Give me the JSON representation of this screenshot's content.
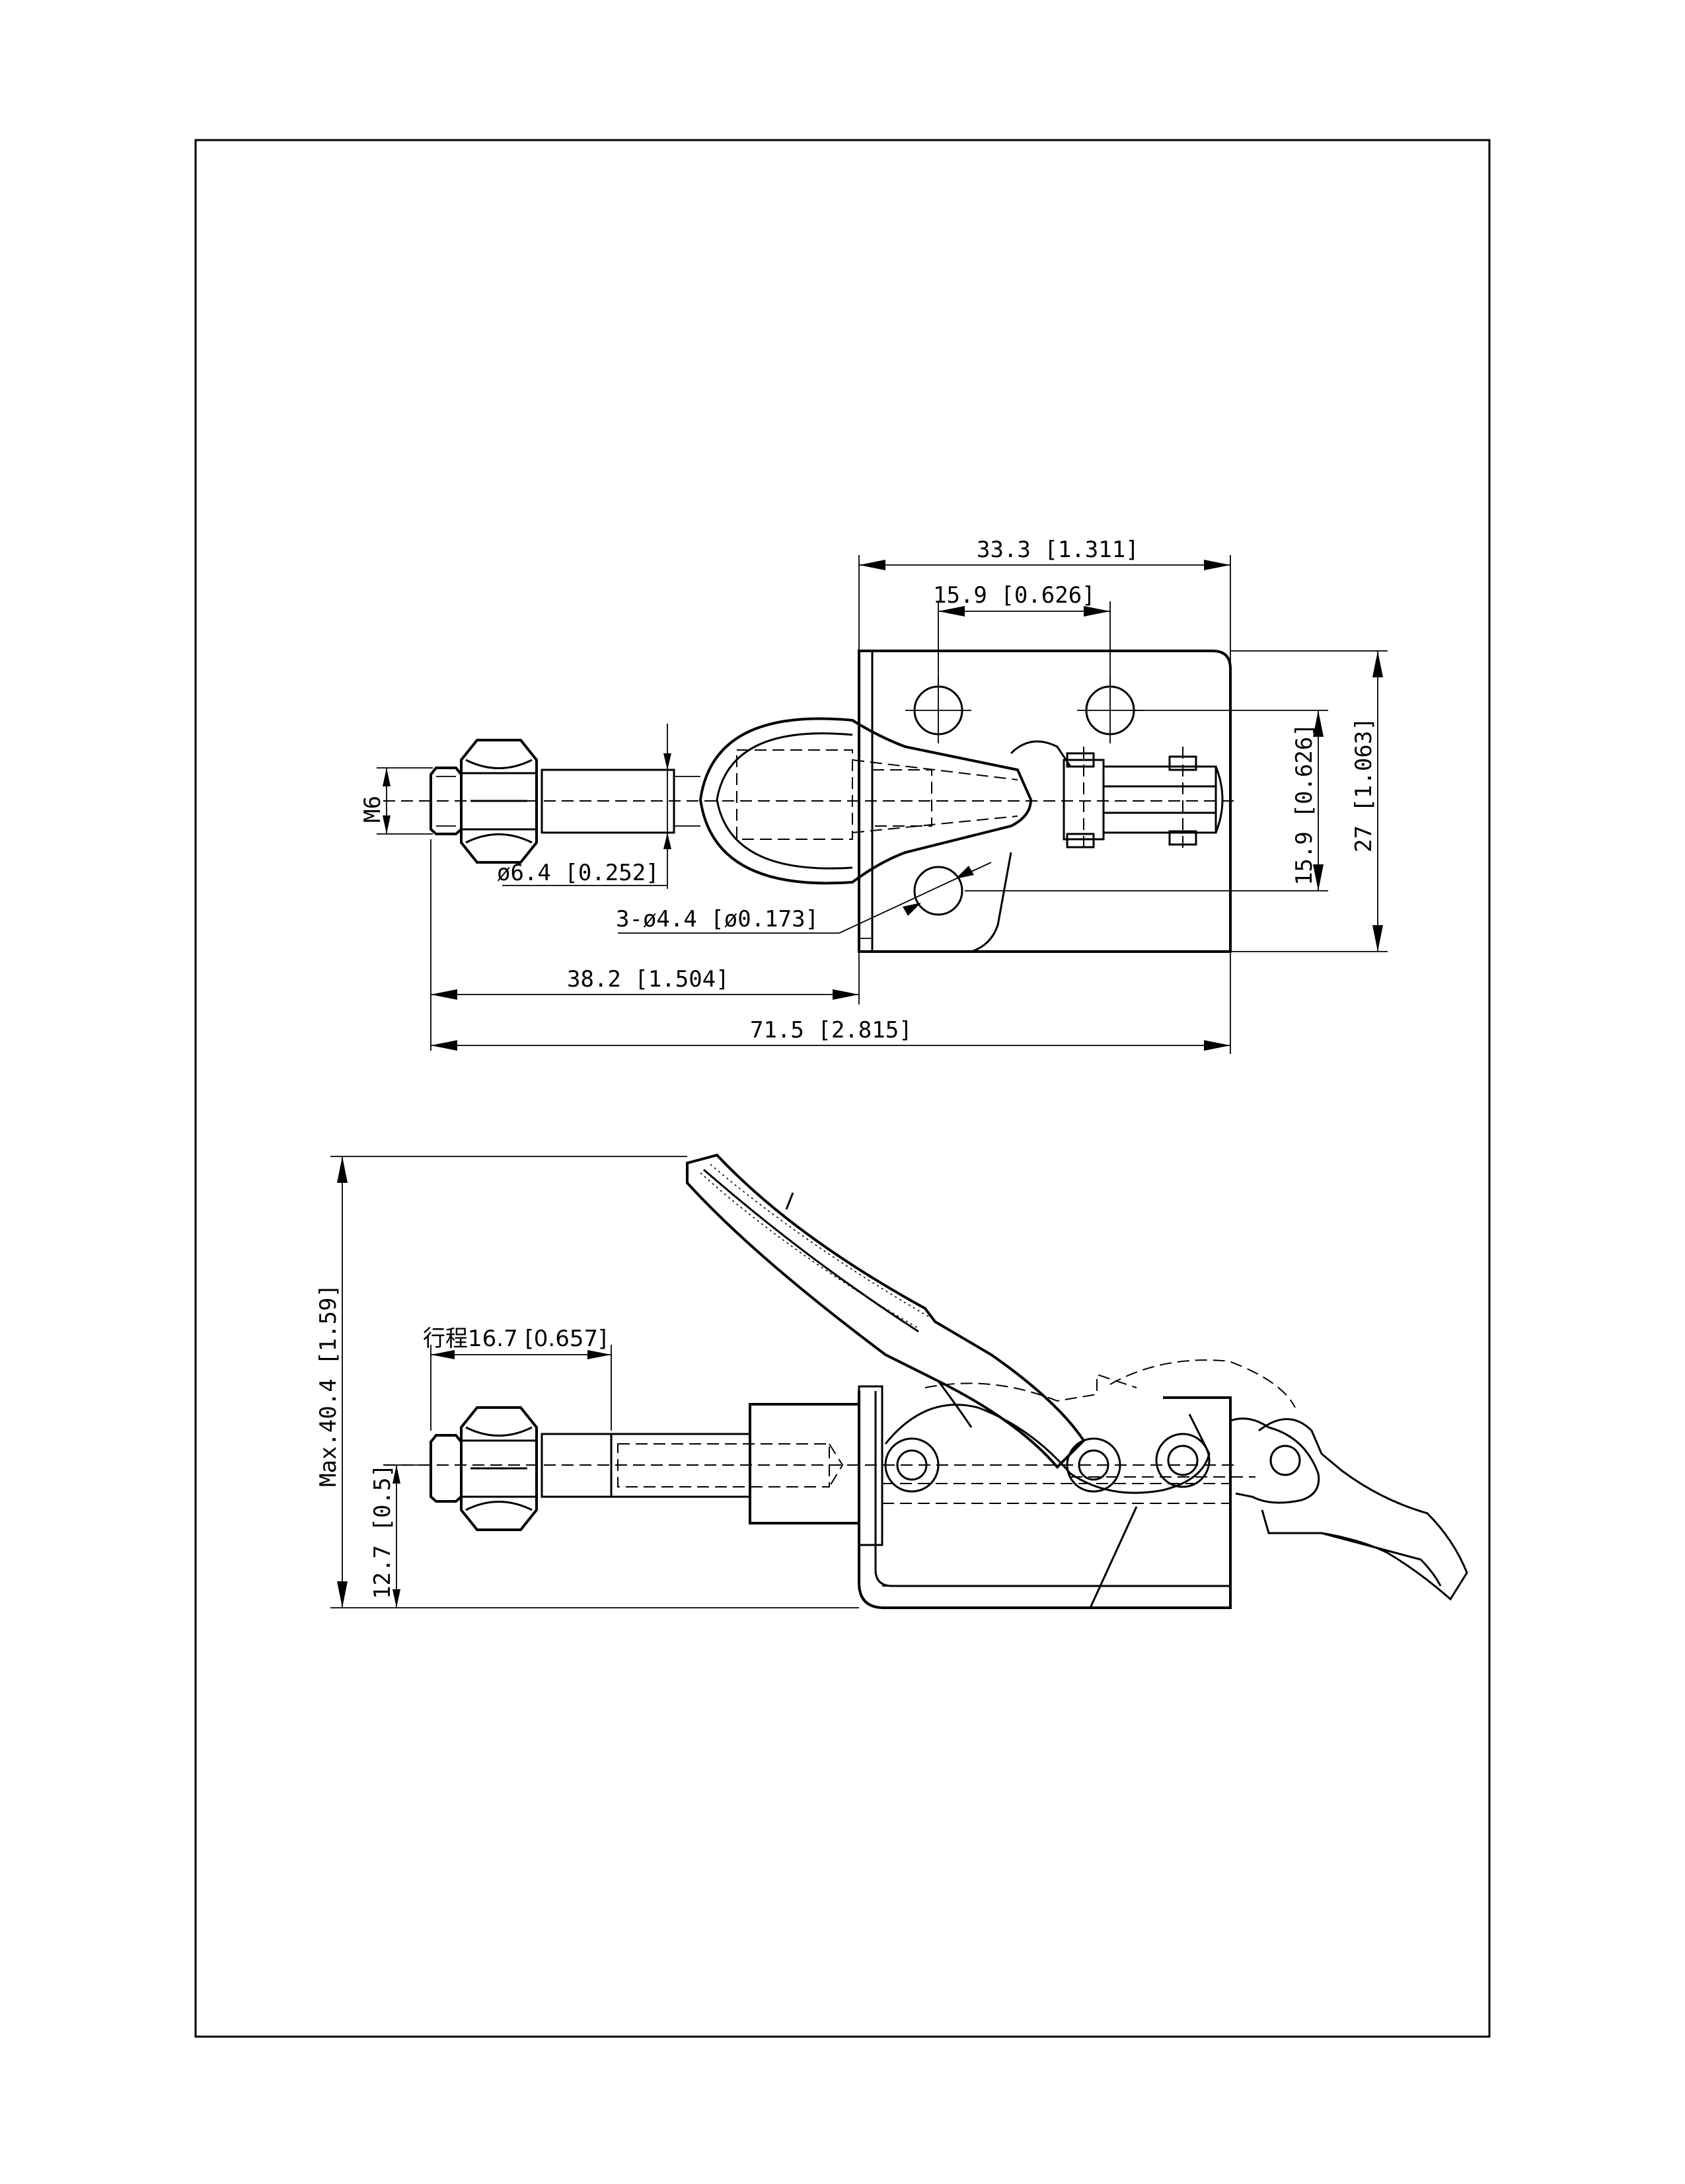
{
  "top_view": {
    "dim_overall_height_right": "33.3 [1.311]",
    "dim_hole_spacing_top": "15.9 [0.626]",
    "dim_hole_spacing_vertical": "15.9 [0.626]",
    "dim_base_height": "27 [1.063]",
    "dim_thread": "M6",
    "dim_rod_diameter": "ø6.4 [0.252]",
    "dim_mount_holes": "3-ø4.4 [ø0.173]",
    "dim_rod_extension": "38.2 [1.504]",
    "dim_overall_length": "71.5 [2.815]"
  },
  "side_view": {
    "dim_max_height": "Max.40.4 [1.59]",
    "dim_stroke": "行程16.7 [0.657]",
    "dim_rod_height": "12.7 [0.5]"
  }
}
